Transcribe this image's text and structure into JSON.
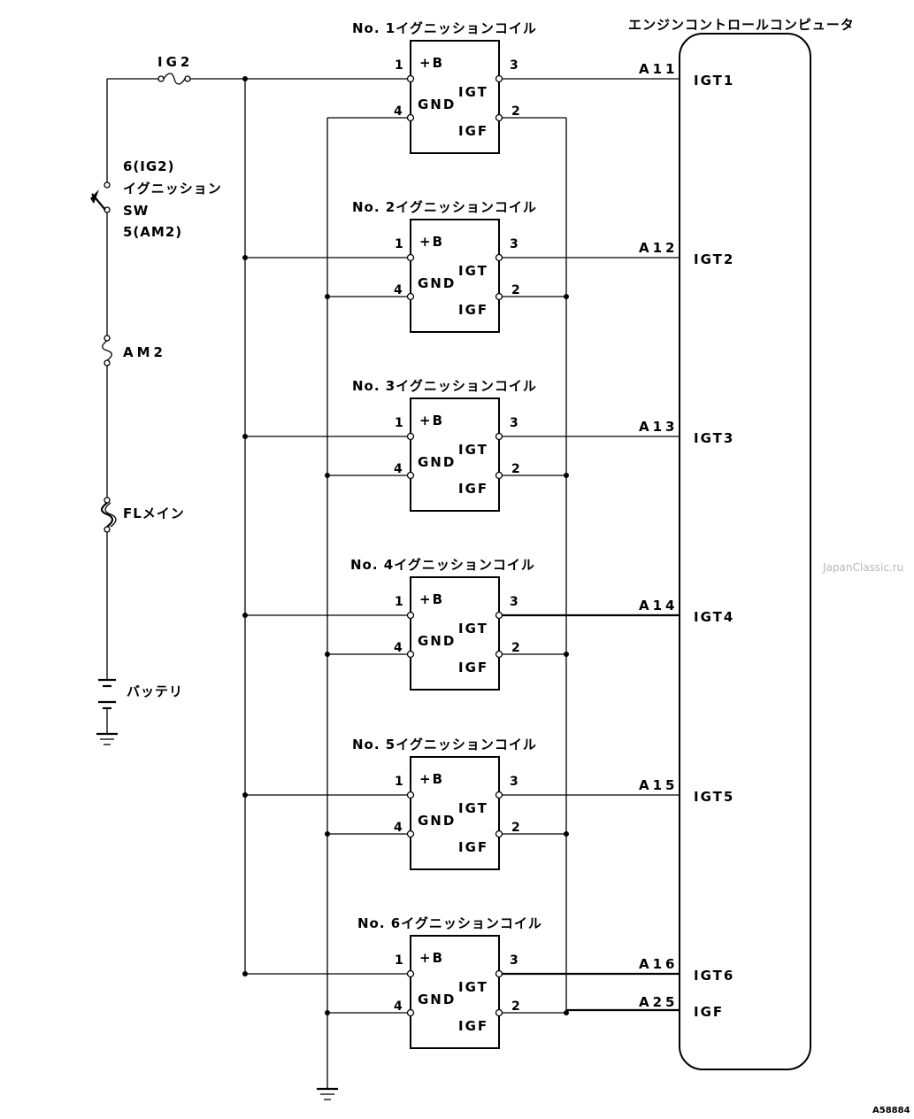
{
  "title": "エンジンコントロールコンピュータ",
  "ecu_terminals": [
    "IGT1",
    "IGT2",
    "IGT3",
    "IGT4",
    "IGT5",
    "IGT6",
    "IGF"
  ],
  "connector_pins": [
    "A11",
    "A12",
    "A13",
    "A14",
    "A15",
    "A16",
    "A25"
  ],
  "coils": [
    {
      "label": "No. 1イグニッションコイル"
    },
    {
      "label": "No. 2イグニッションコイル"
    },
    {
      "label": "No. 3イグニッションコイル"
    },
    {
      "label": "No. 4イグニッションコイル"
    },
    {
      "label": "No. 5イグニッションコイル"
    },
    {
      "label": "No. 6イグニッションコイル"
    }
  ],
  "coil_pins": {
    "b": "1",
    "gnd": "4",
    "igt": "3",
    "igf": "2"
  },
  "coil_terms": {
    "b": "+B",
    "gnd": "GND",
    "igt": "IGT",
    "igf": "IGF"
  },
  "power": {
    "fuse_ig2": "IG2",
    "sw_line1": "6(IG2)",
    "sw_line2": "イグニッション",
    "sw_line3": "SW",
    "sw_line4": "5(AM2)",
    "fuse_am2": "AM2",
    "fuse_fl": "FLメイン",
    "battery": "バッテリ"
  },
  "watermark": "JapanClassic.ru",
  "figure_code": "A58884"
}
